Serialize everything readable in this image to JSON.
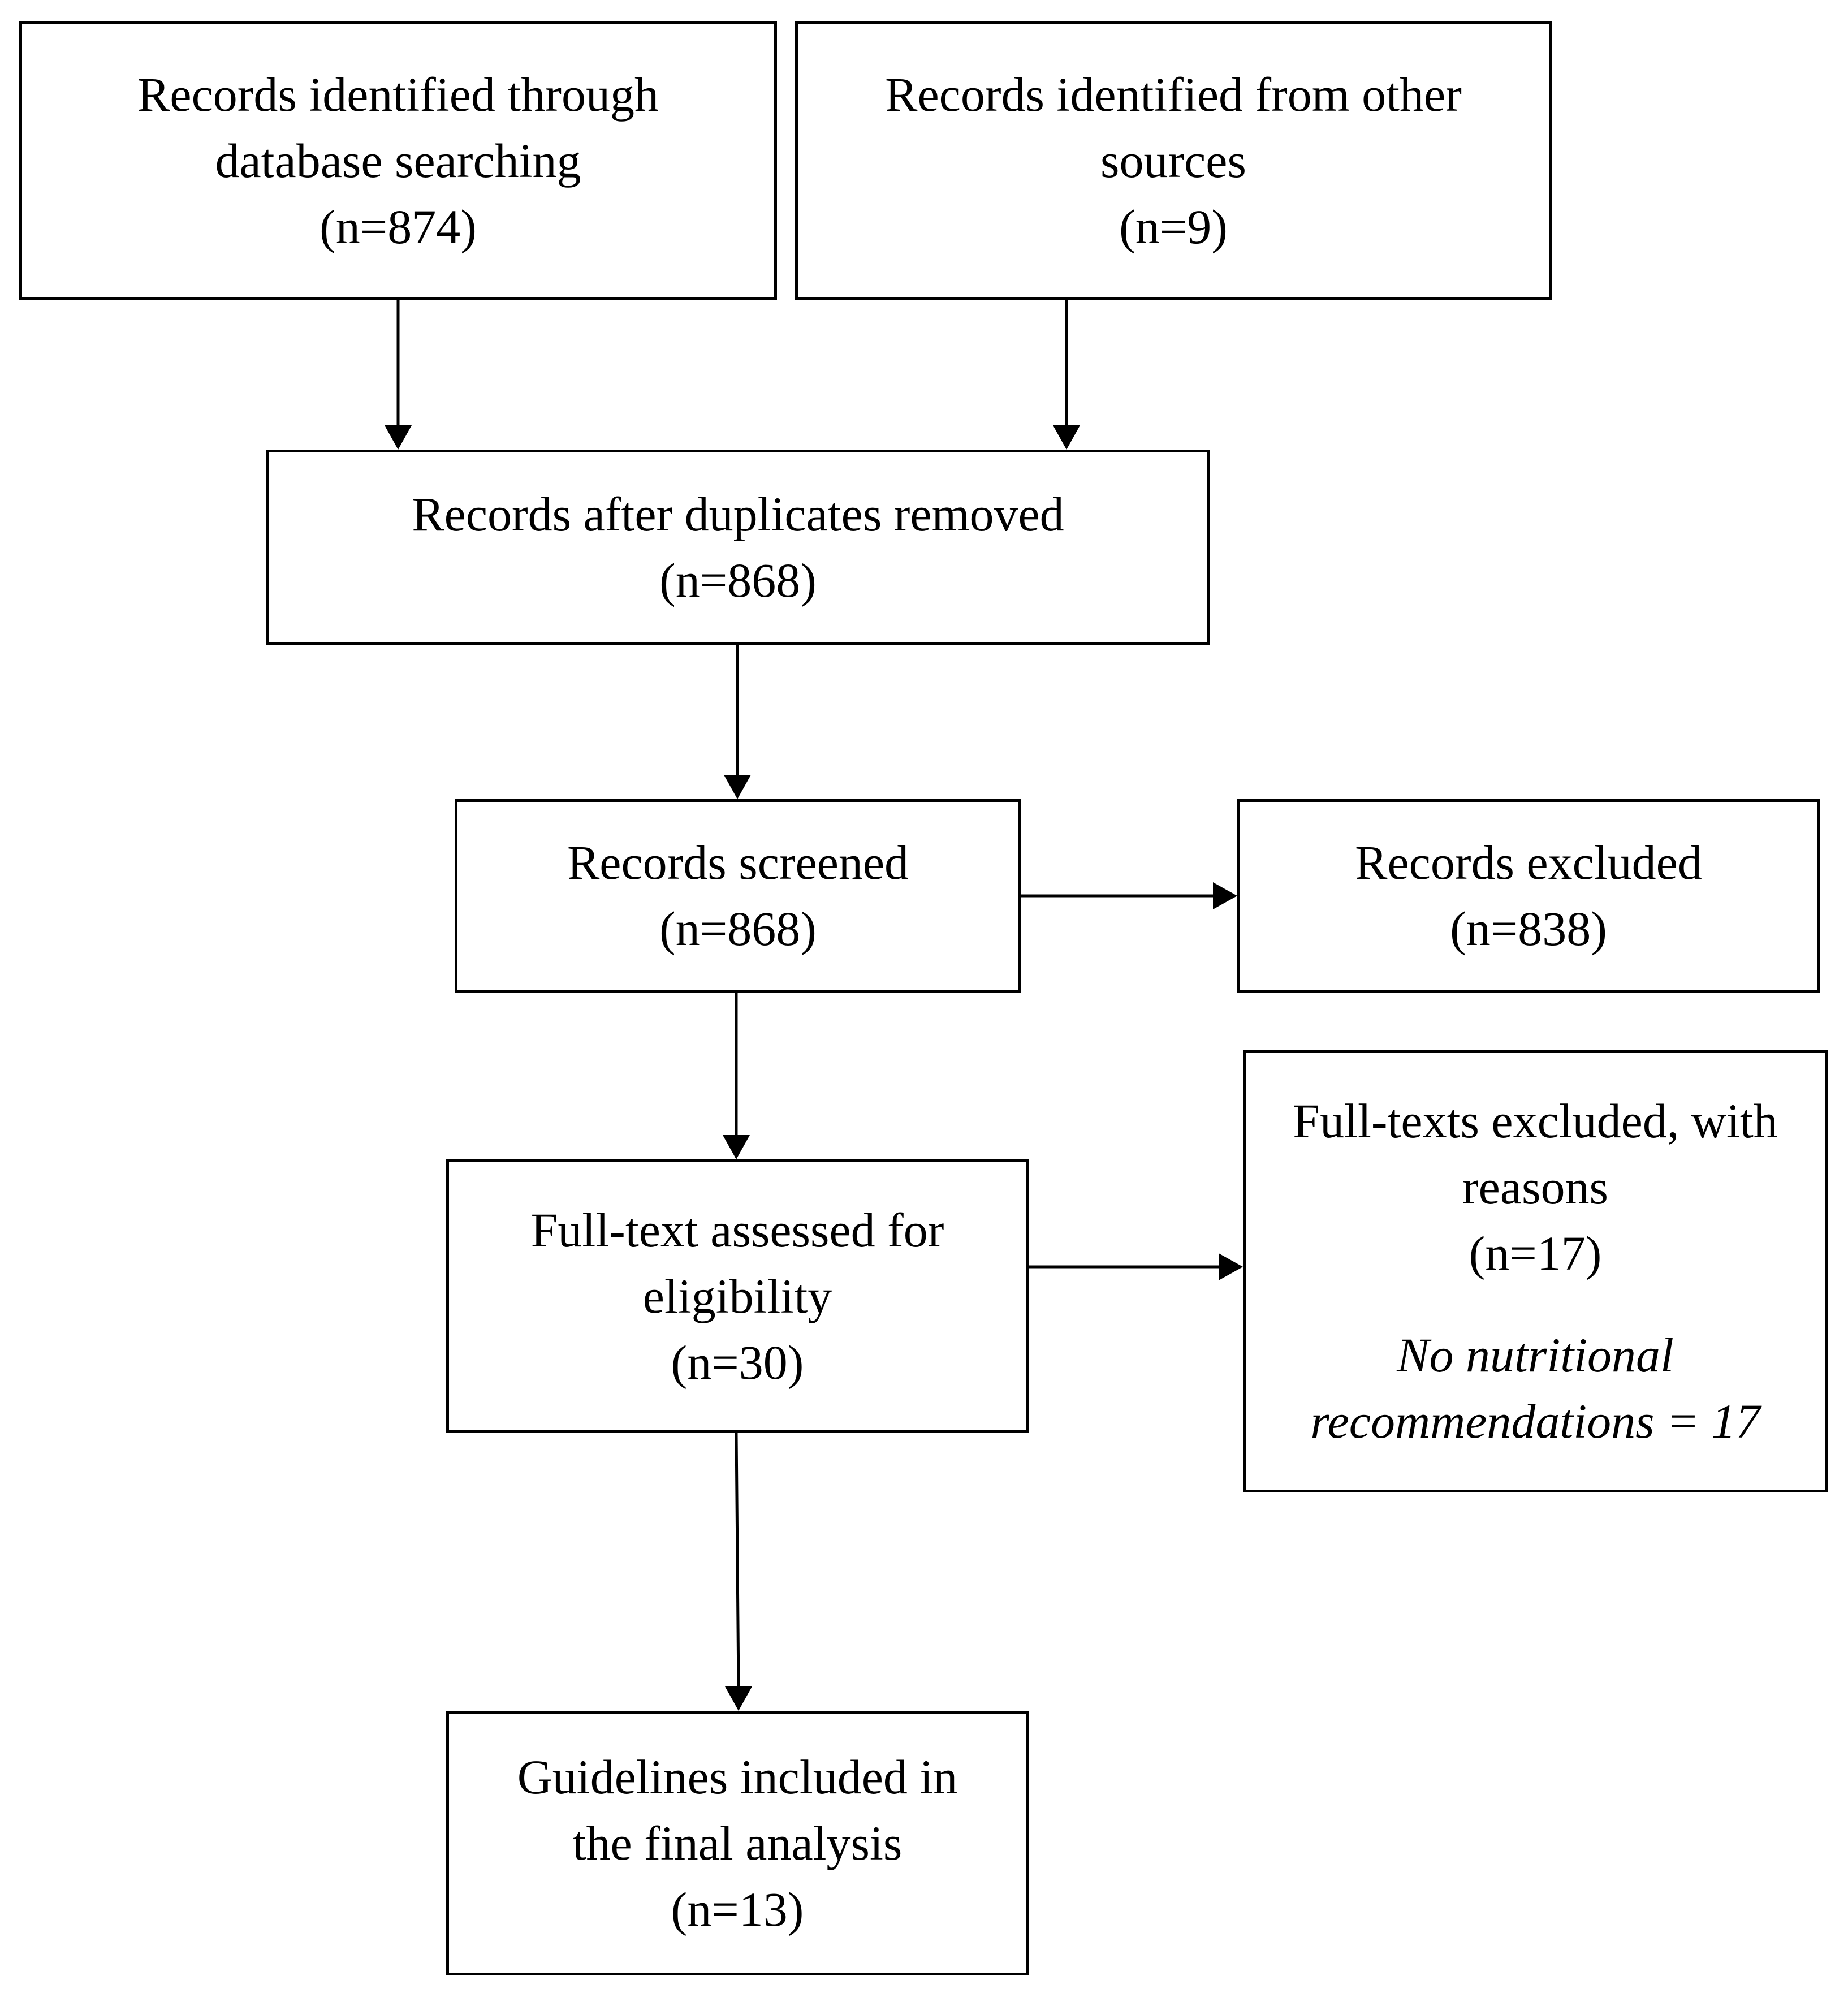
{
  "flowchart": {
    "records_database": {
      "line1": "Records identified through",
      "line2": "database searching",
      "count": "(n=874)"
    },
    "records_other": {
      "line1": "Records identified from other",
      "line2": "sources",
      "count": "(n=9)"
    },
    "records_deduplicated": {
      "line1": "Records after duplicates removed",
      "count": "(n=868)"
    },
    "records_screened": {
      "line1": "Records screened",
      "count": "(n=868)"
    },
    "records_excluded": {
      "line1": "Records excluded",
      "count": "(n=838)"
    },
    "fulltext_assessed": {
      "line1": "Full-text assessed for",
      "line2": "eligibility",
      "count": "(n=30)"
    },
    "fulltext_excluded": {
      "line1": "Full-texts excluded, with",
      "line2": "reasons",
      "count": "(n=17)",
      "reason_line1": "No nutritional",
      "reason_line2": "recommendations = 17"
    },
    "guidelines_included": {
      "line1": "Guidelines included in",
      "line2": "the final analysis",
      "count": "(n=13)"
    }
  }
}
